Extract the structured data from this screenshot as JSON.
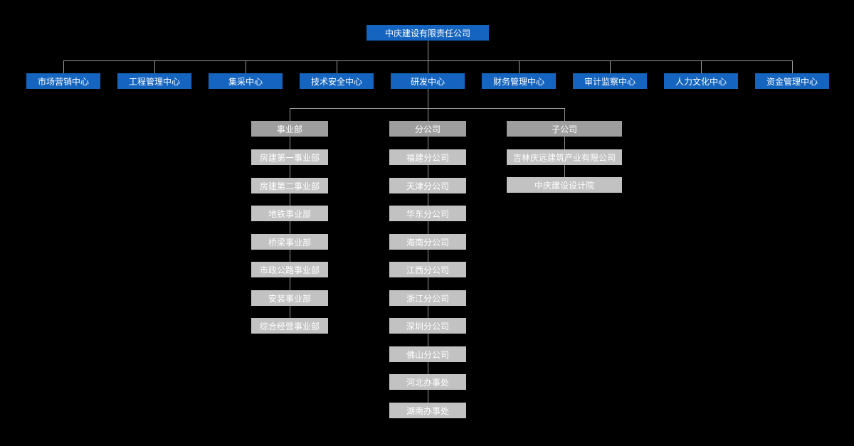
{
  "org_chart": {
    "root": "中庆建设有限责任公司",
    "centers": [
      "市场营销中心",
      "工程管理中心",
      "集采中心",
      "技术安全中心",
      "研发中心",
      "财务管理中心",
      "审计监察中心",
      "人力文化中心",
      "资金管理中心"
    ],
    "groups": [
      {
        "header": "事业部",
        "items": [
          "房建第一事业部",
          "房建第二事业部",
          "地铁事业部",
          "桥梁事业部",
          "市政公路事业部",
          "安装事业部",
          "综合经营事业部"
        ]
      },
      {
        "header": "分公司",
        "items": [
          "福建分公司",
          "天津分公司",
          "华东分公司",
          "海南分公司",
          "江西分公司",
          "浙江分公司",
          "深圳分公司",
          "佛山分公司",
          "河北办事处",
          "湖南办事处"
        ]
      },
      {
        "header": "子公司",
        "items": [
          "吉林庆远建筑产业有限公司",
          "中庆建设设计院"
        ]
      }
    ],
    "colors": {
      "background": "#000000",
      "primary_blue": "#1565c0",
      "group_header_gray": "#9e9e9e",
      "item_gray": "#c2c2c2",
      "connector_gray": "#999999",
      "text": "#ffffff"
    }
  }
}
